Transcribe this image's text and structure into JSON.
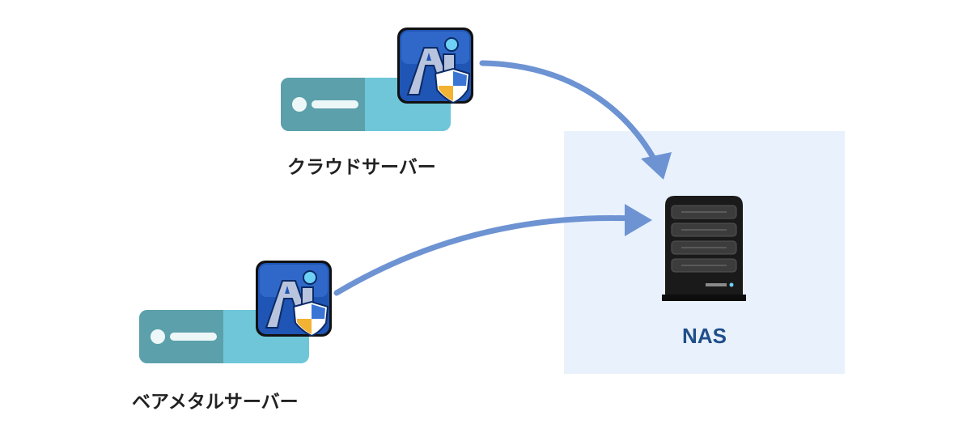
{
  "nodes": {
    "cloud_server": {
      "label": "クラウドサーバー",
      "icon": "server-icon",
      "badge_icon": "ai-shield-app-icon"
    },
    "baremetal_server": {
      "label": "ベアメタルサーバー",
      "icon": "server-icon",
      "badge_icon": "ai-shield-app-icon"
    },
    "nas": {
      "label": "NAS",
      "icon": "nas-rack-icon"
    }
  },
  "edges": [
    {
      "from": "cloud_server",
      "to": "nas"
    },
    {
      "from": "baremetal_server",
      "to": "nas"
    }
  ],
  "colors": {
    "arrow": "#6d93d3",
    "nas_panel": "#e8f1fc",
    "server_dark": "#5ba0ab",
    "server_light": "#6ec6d8",
    "nas_label": "#1f4e8a",
    "icon_bg": "#1f55b5"
  }
}
